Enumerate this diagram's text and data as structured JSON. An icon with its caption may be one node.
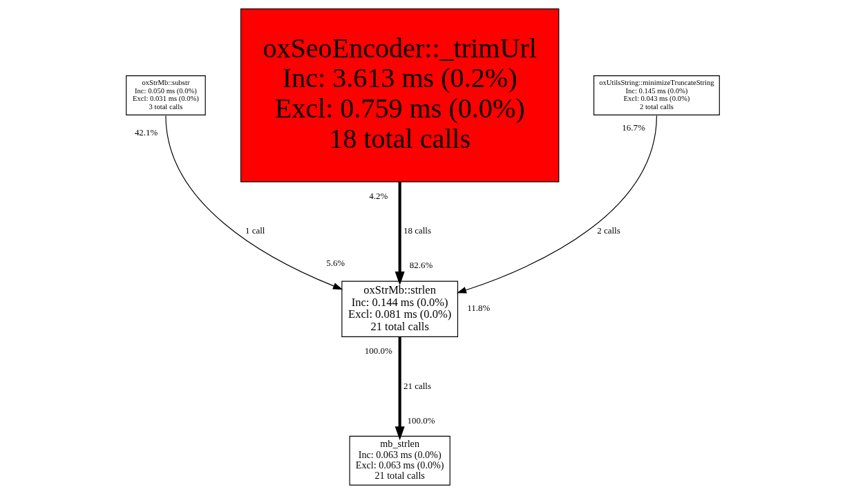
{
  "diagram": {
    "nodes": [
      {
        "text": [
          "oxStrMb::substr",
          "Inc: 0.050 ms (0.0%)",
          "Excl: 0.031 ms (0.0%)",
          "3 total calls"
        ],
        "beside": [
          "42.1%"
        ]
      },
      {
        "text": [
          "oxSeoEncoder::_trimUrl",
          "Inc: 3.613 ms (0.2%)",
          "Excl: 0.759 ms (0.0%)",
          "18 total calls"
        ],
        "beside": [
          "4.2%"
        ]
      },
      {
        "text": [
          "oxUtilsString::minimizeTruncateString",
          "Inc: 0.145 ms (0.0%)",
          "Excl: 0.043 ms (0.0%)",
          "2 total calls"
        ],
        "beside": [
          "16.7%"
        ]
      },
      {
        "text": [
          "oxStrMb::strlen",
          "Inc: 0.144 ms (0.0%)",
          "Excl: 0.081 ms (0.0%)",
          "21 total calls"
        ],
        "beside": [
          "5.6%",
          "82.6%",
          "11.8%",
          "100.0%"
        ]
      },
      {
        "text": [
          "mb_strlen",
          "Inc: 0.063 ms (0.0%)",
          "Excl: 0.063 ms (0.0%)",
          "21 total calls"
        ],
        "beside": [
          "100.0%"
        ]
      }
    ],
    "edges": [
      {
        "from": 0,
        "to": 3,
        "arrow": "to",
        "label": "1 call"
      },
      {
        "from": 1,
        "to": 3,
        "arrow": "to",
        "label": "18 calls",
        "style": "thick"
      },
      {
        "from": 2,
        "to": 3,
        "arrow": "to",
        "label": "2 calls"
      },
      {
        "from": 3,
        "to": 4,
        "arrow": "to",
        "label": "21 calls",
        "style": "thick"
      }
    ]
  }
}
